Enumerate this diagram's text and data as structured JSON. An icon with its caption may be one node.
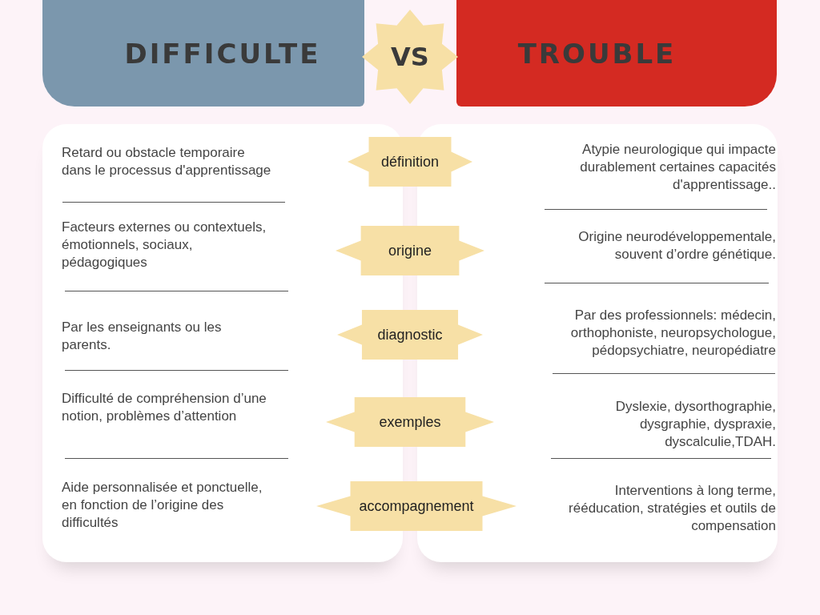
{
  "diagram": {
    "nodes": [
      {
        "text": [
          "DIFFICULTE"
        ]
      },
      {
        "text": [
          "VS"
        ]
      },
      {
        "text": [
          "TROUBLE"
        ]
      },
      {
        "text": [
          "Retard ou obstacle temporaire dans le processus d'apprentissage",
          "Facteurs externes ou contextuels, émotionnels, sociaux, pédagogiques",
          "Par les enseignants ou les parents.",
          "Difficulté de compréhension d’une notion, problèmes d’attention",
          "Aide personnalisée et ponctuelle, en fonction de l’origine des difficultés"
        ]
      },
      {
        "text": [
          "Atypie neurologique qui impacte durablement certaines capacités d'apprentissage..",
          "Origine neurodéveloppementale, souvent d’ordre génétique.",
          "Par des professionnels: médecin, orthophoniste, neuropsychologue, pédopsychiatre, neuropédiatre",
          "Dyslexie, dysorthographie, dysgraphie, dyspraxie, dyscalculie,TDAH.",
          "Interventions à long terme, rééducation, stratégies et outils de compensation"
        ]
      },
      {
        "text": [
          "définition"
        ]
      },
      {
        "text": [
          "origine"
        ]
      },
      {
        "text": [
          "diagnostic"
        ]
      },
      {
        "text": [
          "exemples"
        ]
      },
      {
        "text": [
          "accompagnement"
        ]
      }
    ]
  }
}
